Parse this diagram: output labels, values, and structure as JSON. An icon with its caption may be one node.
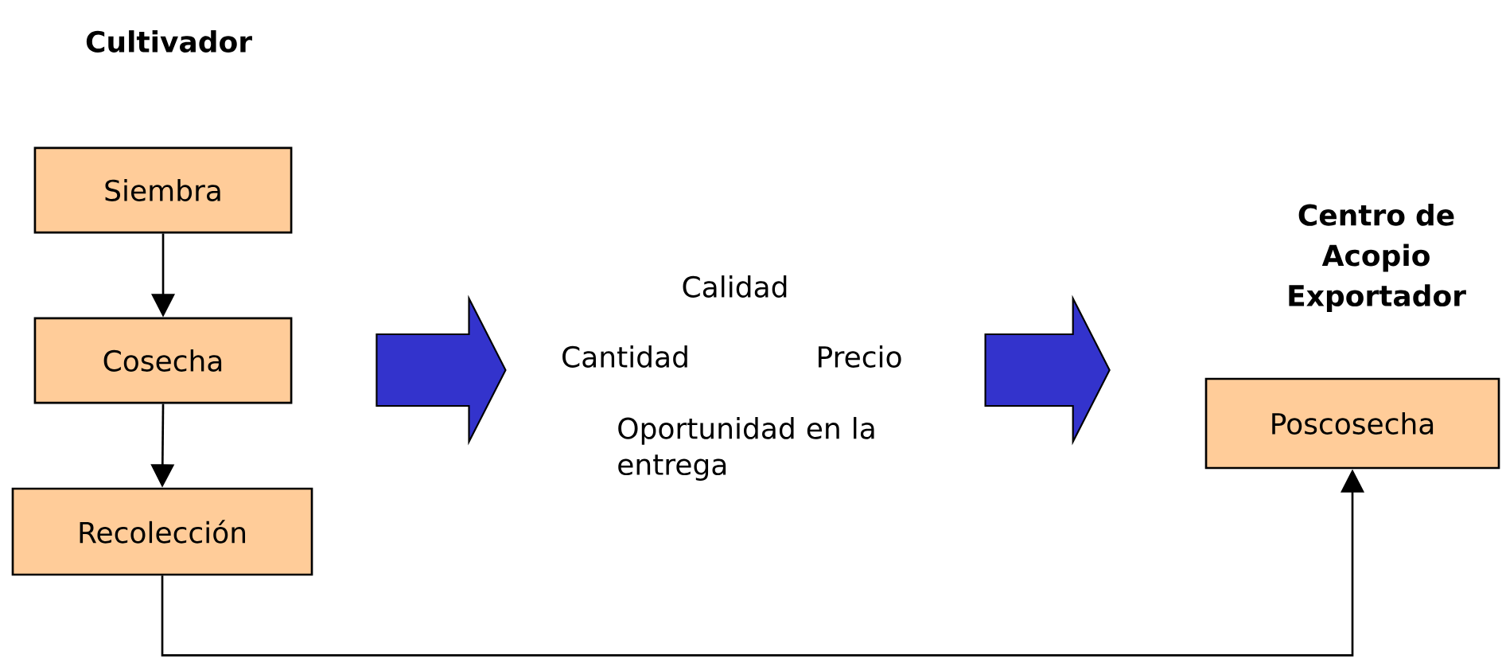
{
  "diagram": {
    "nodes": [
      {
        "text": [
          "Siembra"
        ]
      },
      {
        "text": [
          "Cosecha"
        ]
      },
      {
        "text": [
          "Recolección"
        ]
      },
      {
        "text": [
          "Calidad",
          "Cantidad",
          "Precio",
          "Oportunidad en la entrega"
        ]
      },
      {
        "text": [
          "Poscosecha"
        ]
      }
    ],
    "edges": [
      {
        "from": 0,
        "to": 1,
        "arrow": "to"
      },
      {
        "from": 1,
        "to": 2,
        "arrow": "to"
      },
      {
        "from": 2,
        "to": 4,
        "arrow": "to"
      },
      {
        "from": 1,
        "to": 3,
        "arrow": "to",
        "style": "thick",
        "color": "#3333cc"
      },
      {
        "from": 3,
        "to": 4,
        "arrow": "to",
        "style": "thick",
        "color": "#3333cc"
      }
    ],
    "labels": [
      "Cultivador",
      "Centro de Acopio Exportador"
    ]
  }
}
